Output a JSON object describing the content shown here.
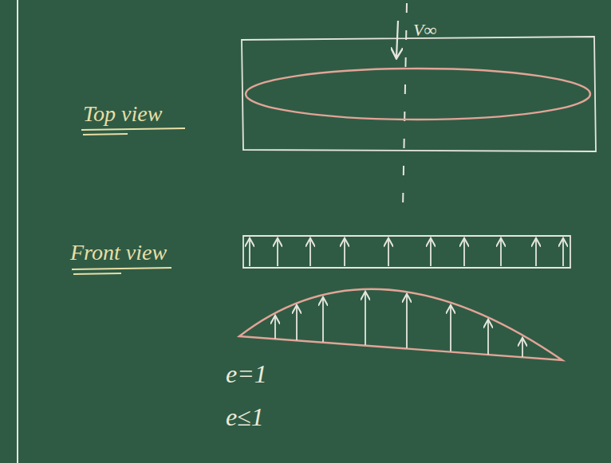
{
  "diagram": {
    "labels": [
      "V∞",
      "Top view",
      "Front view",
      "e=1",
      "e≤1"
    ]
  }
}
